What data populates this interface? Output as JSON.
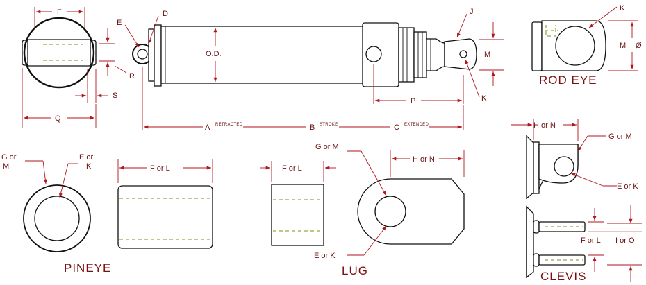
{
  "labels": {
    "F": "F",
    "E": "E",
    "D": "D",
    "J": "J",
    "K_top": "K",
    "K_mid": "K",
    "R": "R",
    "S": "S",
    "Q": "Q",
    "OD": "O.D.",
    "M": "M",
    "P": "P",
    "A": "A",
    "retracted": "RETRACTED",
    "B": "B",
    "stroke": "STROKE",
    "C": "C",
    "extended": "EXTENDED",
    "rodeye_M": "M",
    "diameter": "Ø",
    "pineye_GorM_1": "G or",
    "pineye_GorM_2": "M",
    "pineye_EorK_1": "E or",
    "pineye_EorK_2": "K",
    "pineye_ForL": "F or L",
    "lug_ForL": "F or L",
    "lug_GorM": "G or M",
    "lug_HorN": "H or N",
    "lug_EorK": "E or K",
    "clevis_HorN": "H or N",
    "clevis_GorM": "G or M",
    "clevis_EorK": "E or K",
    "clevis_ForL": "F or L",
    "clevis_IorO": "I or O"
  },
  "titles": {
    "rod_eye": "ROD  EYE",
    "pineye": "PINEYE",
    "lug": "LUG",
    "clevis": "CLEVIS"
  }
}
